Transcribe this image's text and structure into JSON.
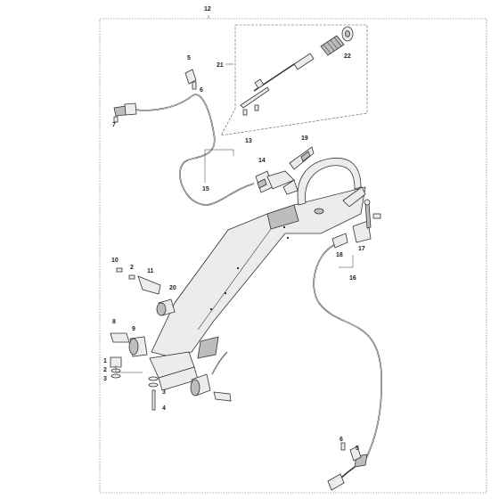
{
  "diagram": {
    "labels": {
      "assembly": "12",
      "p1": "1",
      "p2a": "2",
      "p2b": "2",
      "p3a": "3",
      "p3b": "3",
      "p4": "4",
      "p5a": "5",
      "p5b": "5",
      "p6a": "6",
      "p6b": "6",
      "p7": "7",
      "p8": "8",
      "p9": "9",
      "p10": "10",
      "p11": "11",
      "p13": "13",
      "p14": "14",
      "p15": "15",
      "p16": "16",
      "p17": "17",
      "p18": "18",
      "p19": "19",
      "p20": "20",
      "p21": "21",
      "p22": "22"
    }
  }
}
